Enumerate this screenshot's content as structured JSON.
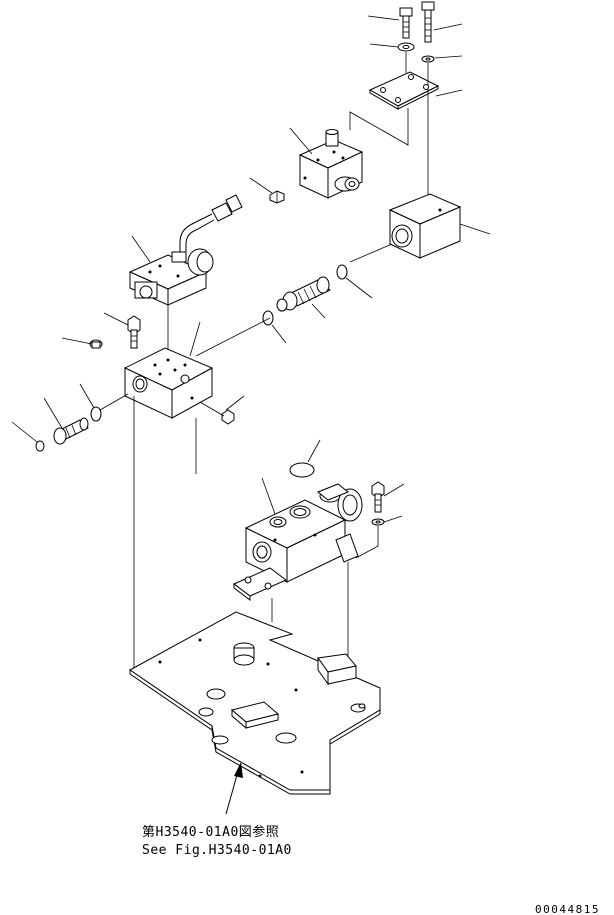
{
  "reference": {
    "line_jp": "第H3540-01A0図参照",
    "line_en": "See Fig.H3540-01A0"
  },
  "drawing_code": "00044815"
}
